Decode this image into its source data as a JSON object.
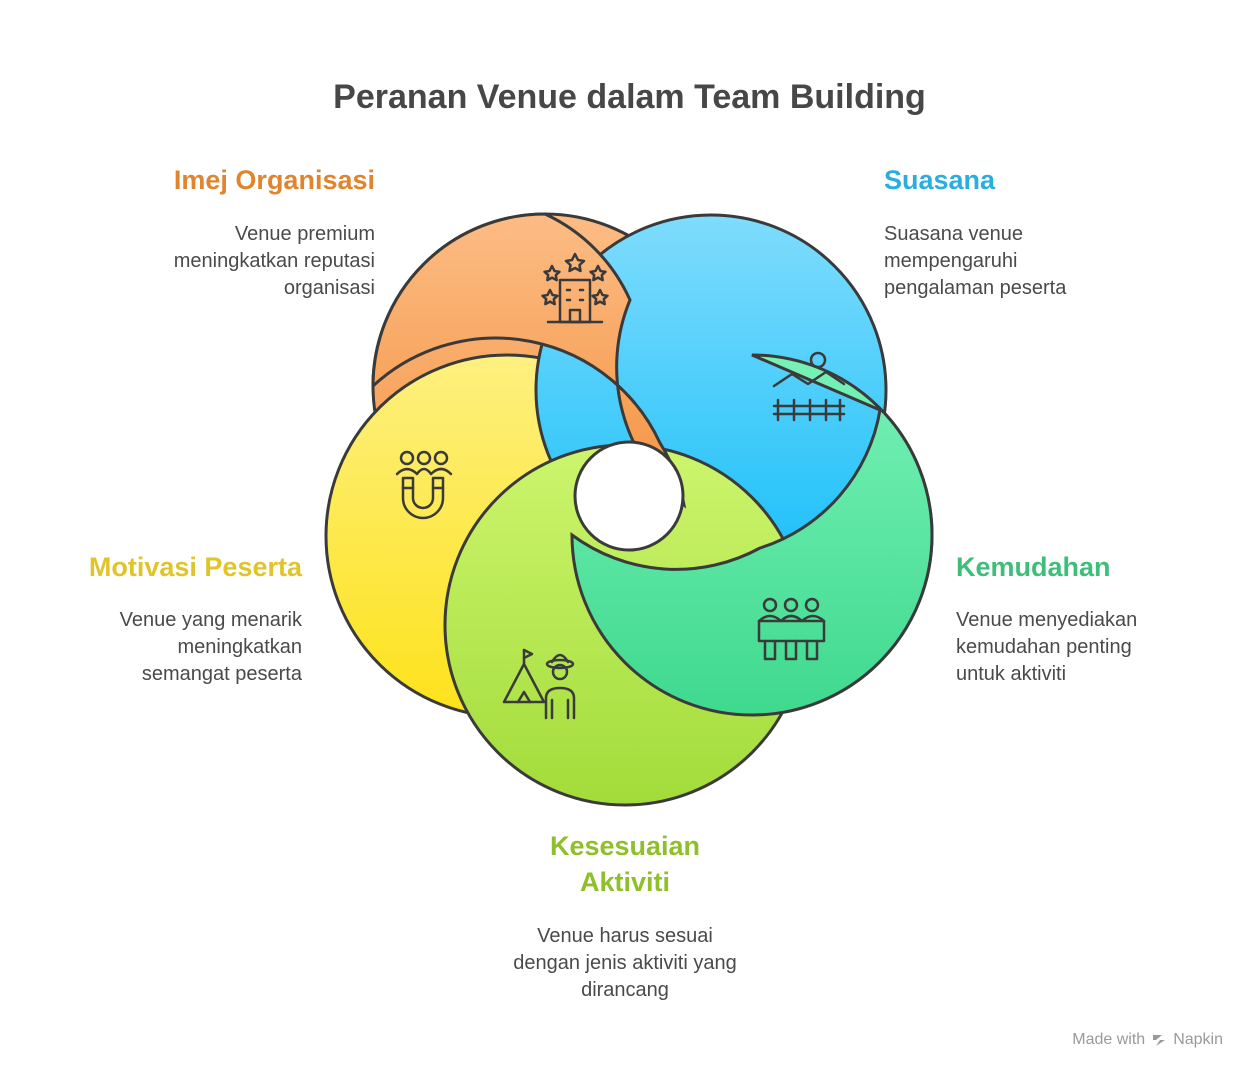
{
  "title": "Peranan Venue dalam Team Building",
  "sections": [
    {
      "title": "Imej Organisasi",
      "desc": "Venue premium meningkatkan reputasi organisasi",
      "color": "#e0852d",
      "icon": "hotel-stars-icon"
    },
    {
      "title": "Suasana",
      "desc": "Suasana venue mempengaruhi pengalaman peserta",
      "color": "#2aaee0",
      "icon": "landscape-fence-icon"
    },
    {
      "title": "Kemudahan",
      "desc": "Venue menyediakan kemudahan penting untuk aktiviti",
      "color": "#3dbf7a",
      "icon": "group-seating-icon"
    },
    {
      "title": "Kesesuaian Aktiviti",
      "desc": "Venue harus sesuai dengan jenis aktiviti yang dirancang",
      "color": "#8fbf2a",
      "icon": "camping-guide-icon"
    },
    {
      "title": "Motivasi Peserta",
      "desc": "Venue yang menarik meningkatkan semangat peserta",
      "color": "#e0c42a",
      "icon": "people-magnet-icon"
    }
  ],
  "footer": {
    "made_with": "Made with",
    "brand": "Napkin",
    "icon": "napkin-logo-icon"
  }
}
